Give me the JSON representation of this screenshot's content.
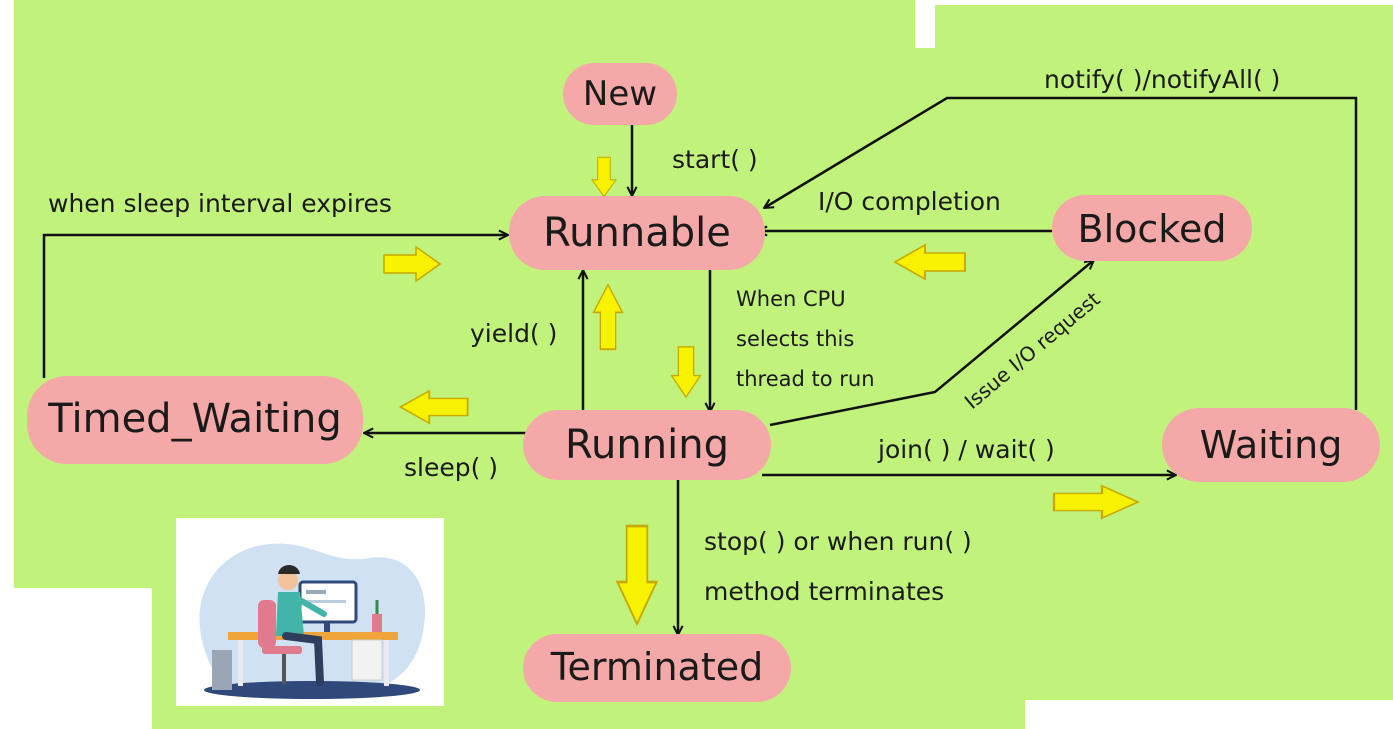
{
  "colors": {
    "background": "#c1f27b",
    "state_fill": "#f4a9a8",
    "line": "#111111",
    "hint_arrow_fill": "#f7f200",
    "hint_arrow_stroke": "#c9a800",
    "text": "#1a1a1a"
  },
  "states": {
    "new": "New",
    "runnable": "Runnable",
    "running": "Running",
    "blocked": "Blocked",
    "waiting": "Waiting",
    "timed_waiting": "Timed_Waiting",
    "terminated": "Terminated"
  },
  "transitions": {
    "start": "start( )",
    "notify": "notify( )/notifyAll( )",
    "io_completion": "I/O completion",
    "sleep_expires": "when sleep interval expires",
    "cpu_selects": [
      "When CPU",
      "selects this",
      "thread to run"
    ],
    "yield": "yield( )",
    "issue_io": "Issue I/O request",
    "sleep": "sleep( )",
    "join_wait": "join( ) / wait( )",
    "stop": [
      "stop( ) or when run( )",
      "method terminates"
    ]
  },
  "illustration_icon": "person-at-computer-desk-icon"
}
